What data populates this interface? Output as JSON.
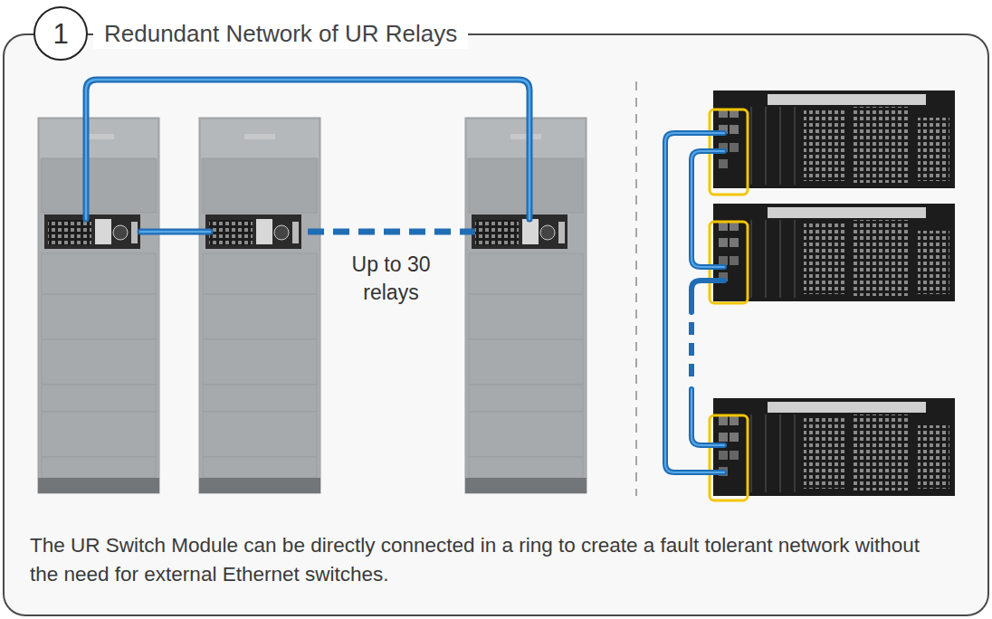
{
  "diagram": {
    "title": "Redundant Network of UR Relays",
    "caption": "The UR Switch Module can be directly connected in a ring to create a fault tolerant network without the need for external Ethernet switches.",
    "nodes": [
      {
        "text": [
          "1"
        ]
      }
    ],
    "labels": [
      "Up to 30 relays"
    ]
  }
}
